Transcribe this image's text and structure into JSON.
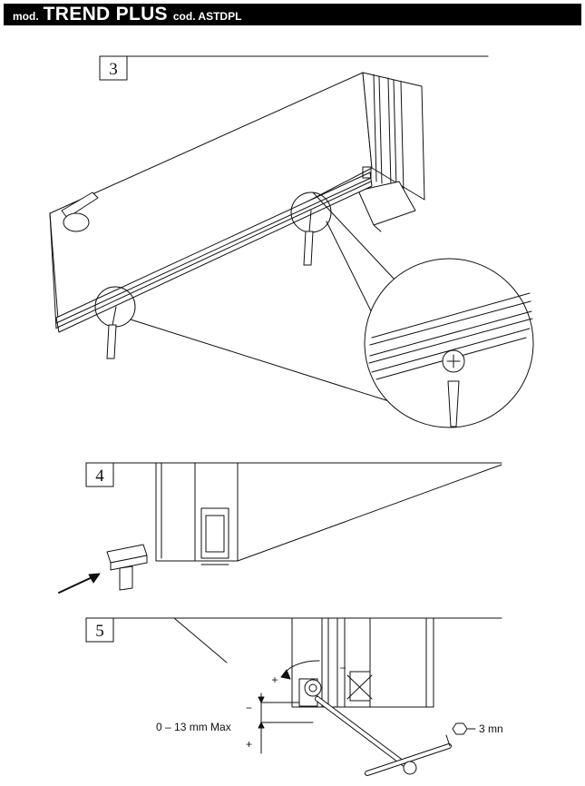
{
  "header": {
    "model_prefix": "mod.",
    "model_name": "TREND PLUS",
    "code_label": "cod. ASTDPL"
  },
  "steps": [
    {
      "number": "3"
    },
    {
      "number": "4"
    },
    {
      "number": "5"
    }
  ],
  "step5": {
    "gap_range_label": "0 – 13 mm Max",
    "hex_key_label": "3 mn",
    "minus_symbol": "−",
    "plus_symbol": "+"
  },
  "colors": {
    "ink": "#111111",
    "header_bg": "#000000",
    "header_text": "#ffffff"
  }
}
